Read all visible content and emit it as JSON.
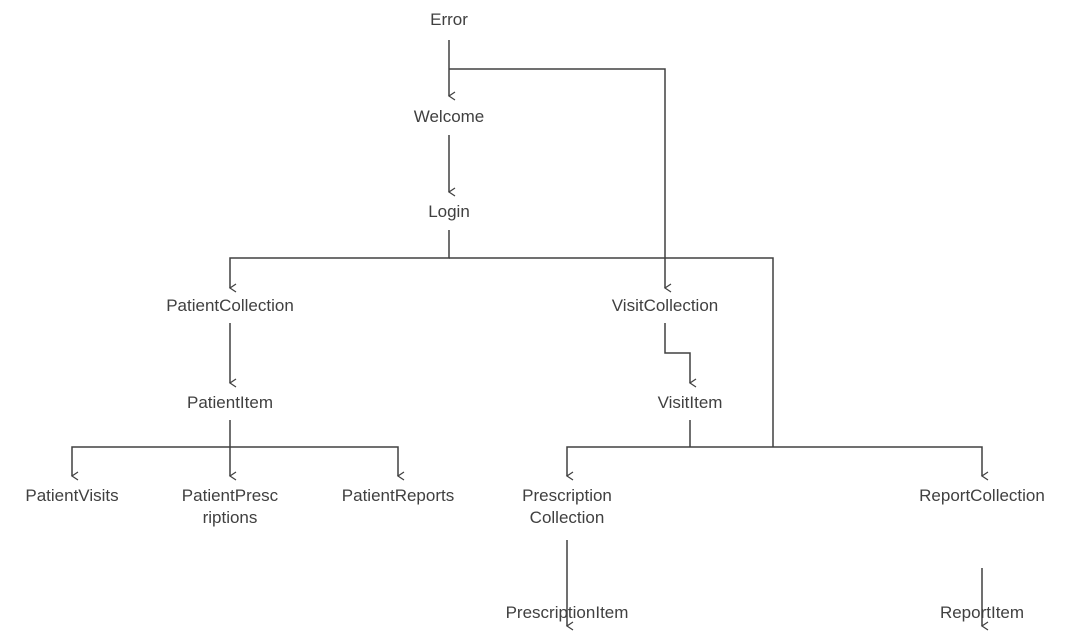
{
  "diagram": {
    "line_color": "#404040",
    "text_color": "#404040",
    "nodes": {
      "error": "Error",
      "welcome": "Welcome",
      "login": "Login",
      "patient_collection": "PatientCollection",
      "visit_collection": "VisitCollection",
      "patient_item": "PatientItem",
      "visit_item": "VisitItem",
      "patient_visits": "PatientVisits",
      "patient_prescriptions_line1": "PatientPresc",
      "patient_prescriptions_line2": "riptions",
      "patient_reports": "PatientReports",
      "prescription_collection_line1": "Prescription",
      "prescription_collection_line2": "Collection",
      "report_collection": "ReportCollection",
      "prescription_item": "PrescriptionItem",
      "report_item": "ReportItem"
    }
  }
}
